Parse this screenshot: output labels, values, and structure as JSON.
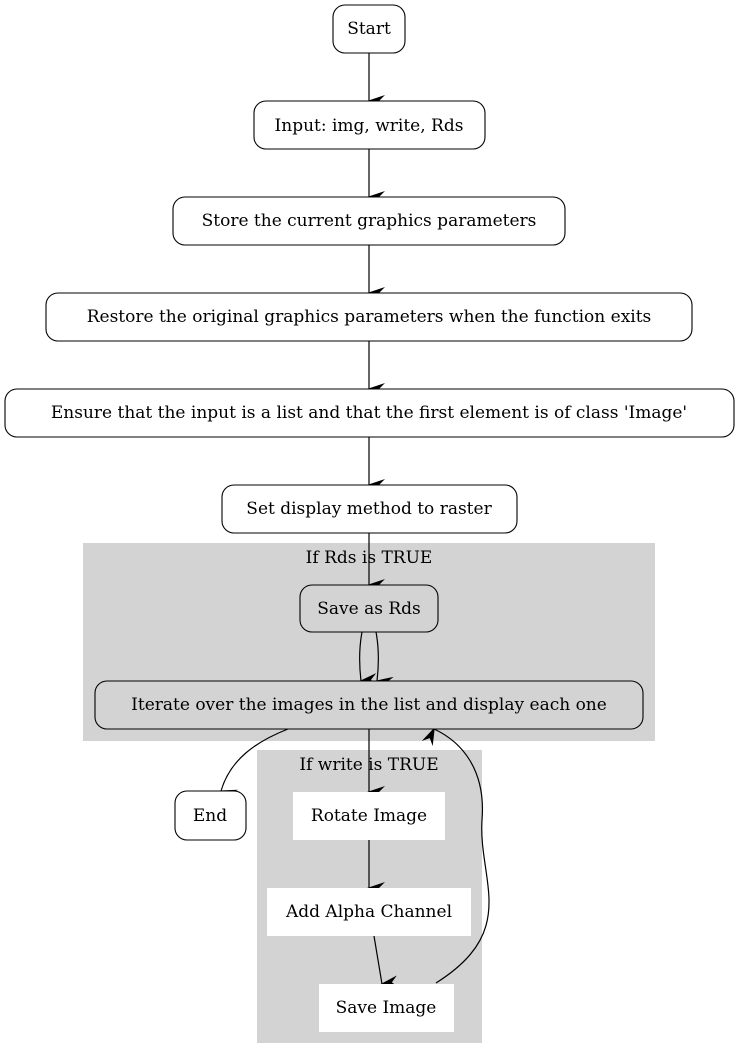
{
  "clusters": {
    "rds": "If Rds is TRUE",
    "write": "If write is TRUE"
  },
  "nodes": {
    "start": "Start",
    "input": "Input: img, write, Rds",
    "store": "Store the current graphics parameters",
    "restore": "Restore the original graphics parameters when the function exits",
    "ensure": "Ensure that the input is a list and that the first element is of class 'Image'",
    "display": "Set display method to raster",
    "save_rds": "Save as Rds",
    "iterate": "Iterate over the images in the list and display each one",
    "end": "End",
    "rotate": "Rotate Image",
    "alpha": "Add Alpha Channel",
    "save_image": "Save Image"
  },
  "colors": {
    "cluster_fill": "#d3d3d3",
    "node_fill": "#ffffff",
    "stroke": "#000000"
  }
}
